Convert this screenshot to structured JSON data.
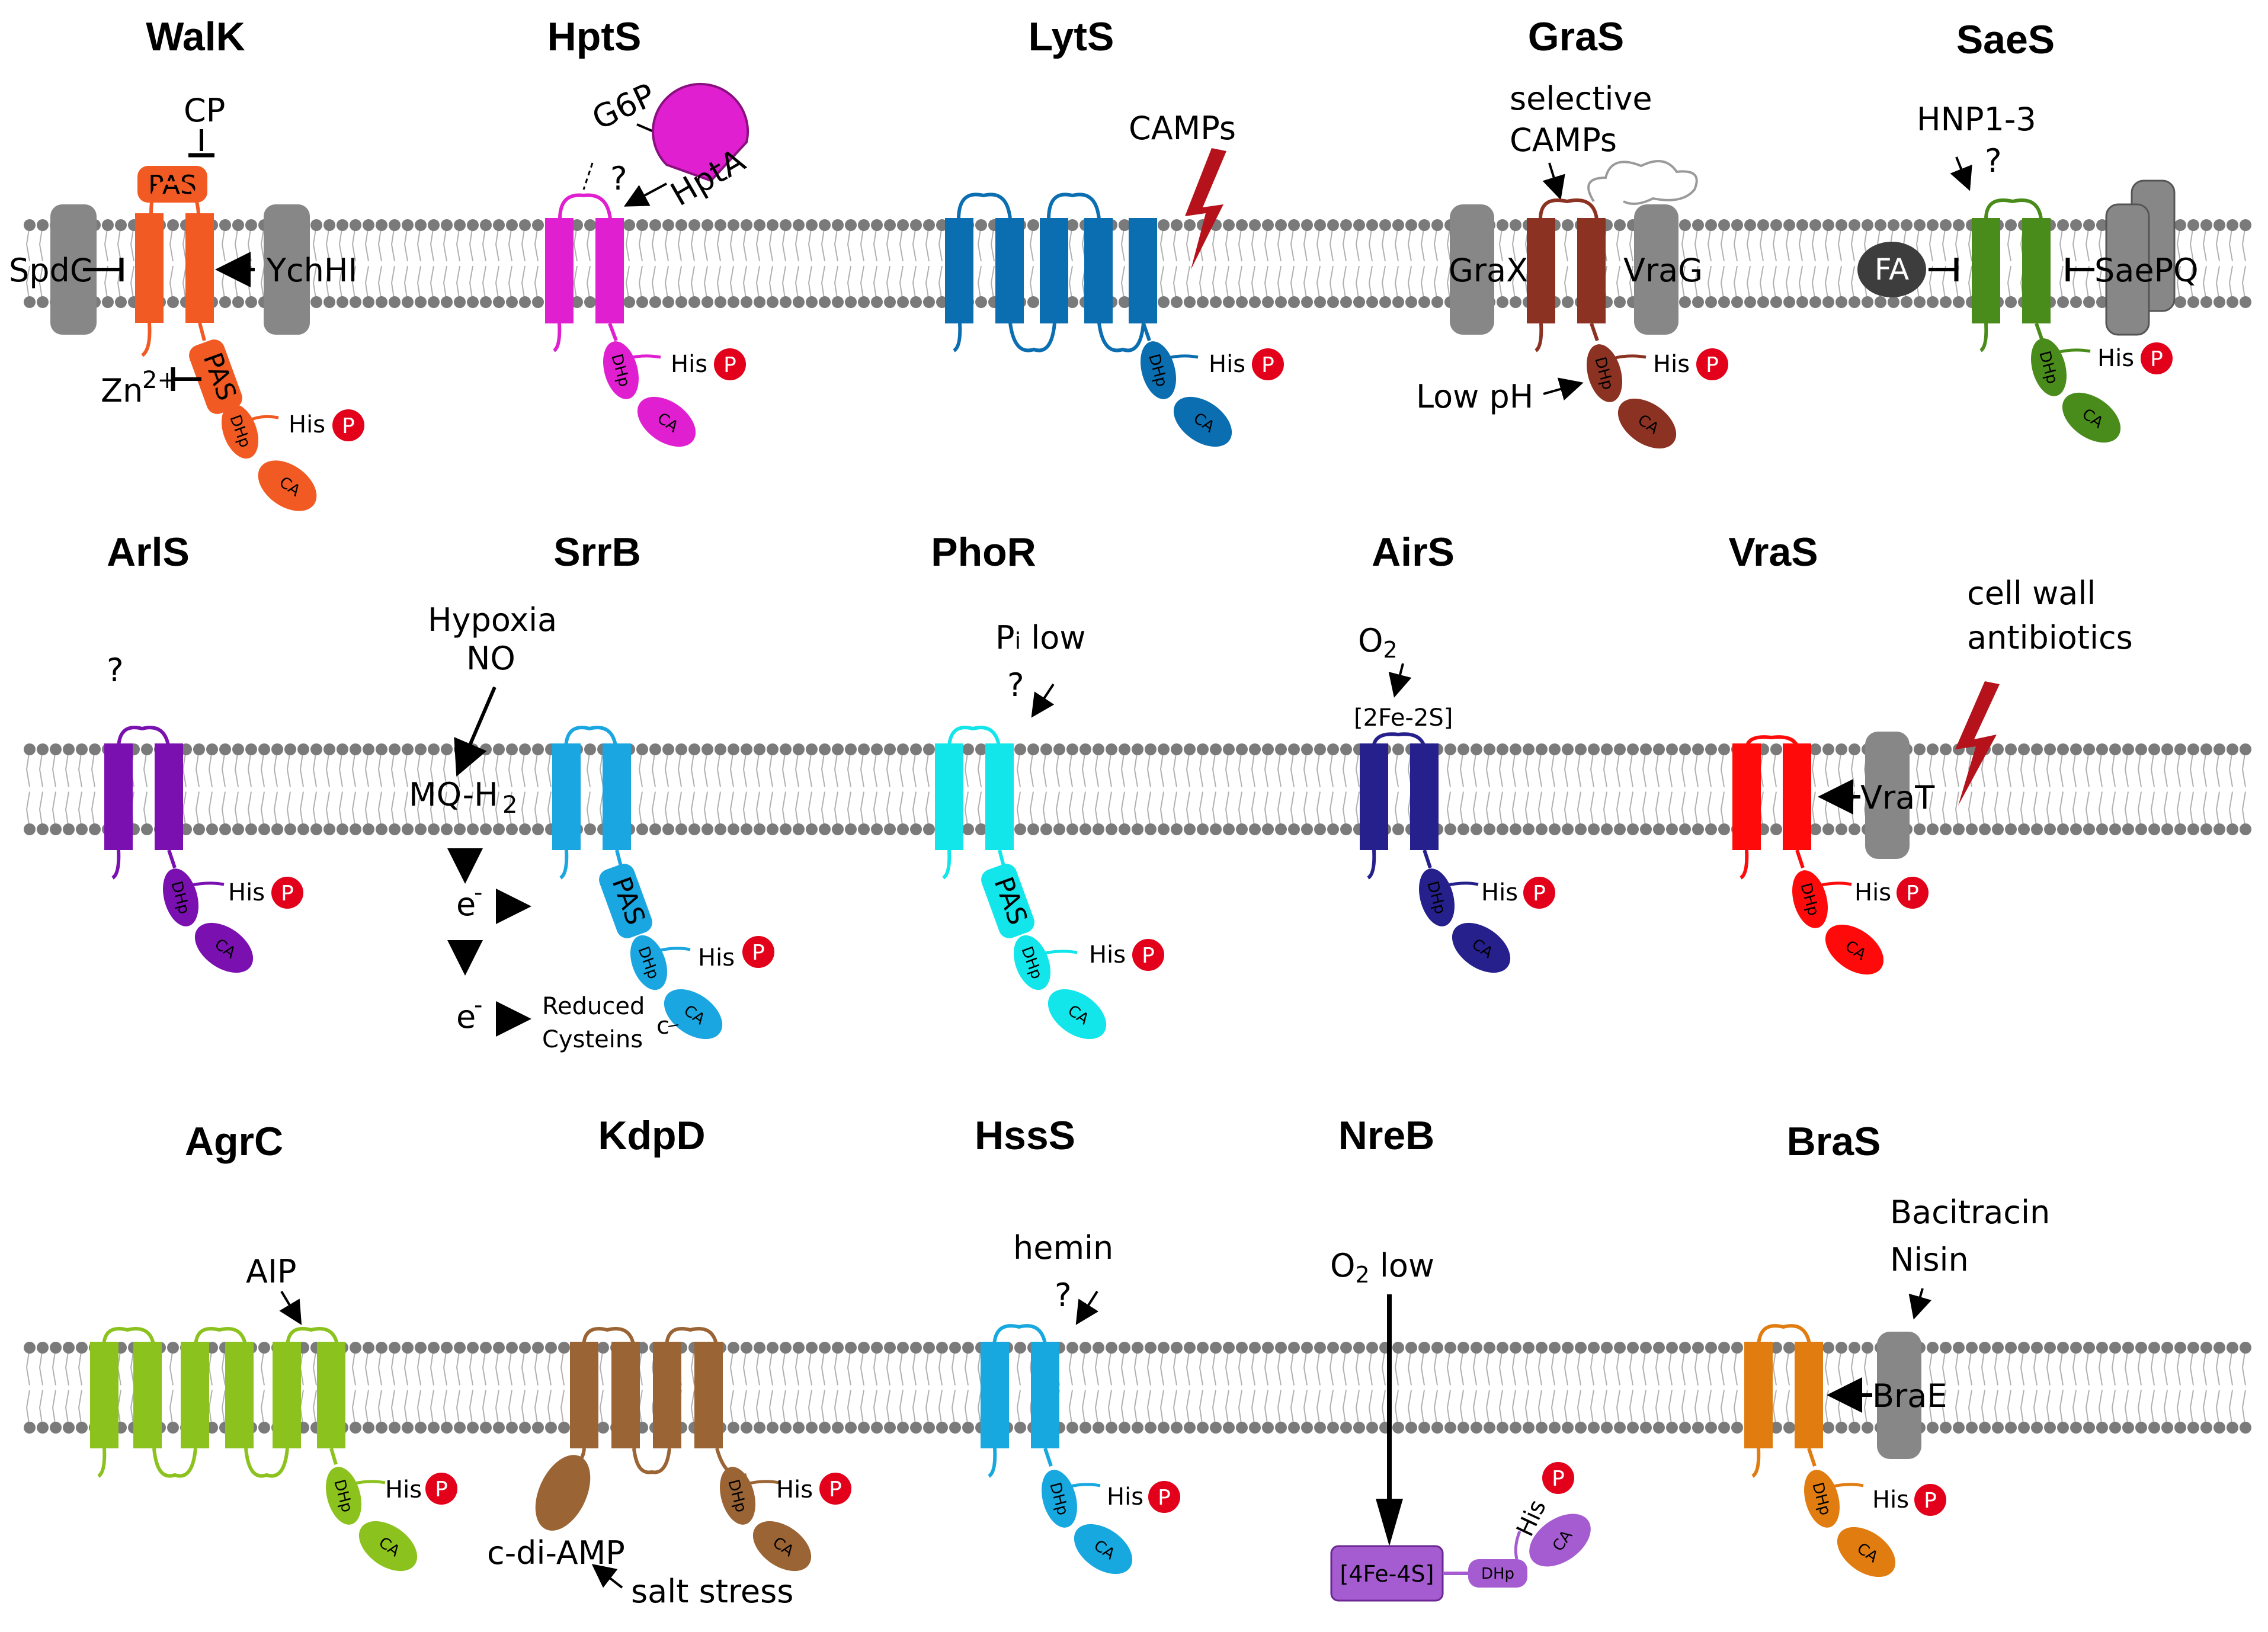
{
  "colors": {
    "membrane": "#7a7a7a",
    "gray_protein": "#878787",
    "phospho": "#e2001a",
    "fa": "#3d3d3d",
    "lightning": "#b5121b",
    "walk": "#f15a22",
    "hpts": "#e020d0",
    "lyts": "#0a6eb0",
    "gras": "#8b3222",
    "saes": "#4a8c1c",
    "arls": "#7a10b0",
    "srrb": "#1aa6e0",
    "phor": "#12e6ea",
    "airs": "#26208c",
    "vras": "#ff0a0a",
    "agrc": "#8cc21e",
    "kdpd": "#9a6434",
    "hsss": "#18a8e0",
    "nreb": "#a55cd0",
    "bras": "#e07c10"
  },
  "icons": [
    "lightning-icon",
    "phospho-icon",
    "arrow-icon",
    "inhibition-bar-icon"
  ],
  "common": {
    "his": "His",
    "p": "P",
    "dhp": "DHp",
    "ca": "CA",
    "pas": "PAS",
    "question": "?"
  },
  "panels": {
    "walk": {
      "name": "WalK",
      "cp": "CP",
      "spdc": "SpdC",
      "ychi": "YchHI",
      "zn": "Zn",
      "zn_sup": "2+"
    },
    "hpts": {
      "name": "HptS",
      "g6p": "G6P",
      "hpta": "HptA"
    },
    "lyts": {
      "name": "LytS",
      "camps": "CAMPs"
    },
    "gras": {
      "name": "GraS",
      "signal_1": "selective",
      "signal_2": "CAMPs",
      "grax": "GraX",
      "vrag": "VraG",
      "lowph": "Low pH"
    },
    "saes": {
      "name": "SaeS",
      "hnp": "HNP1-3",
      "fa": "FA",
      "saepq": "SaePQ"
    },
    "arls": {
      "name": "ArlS"
    },
    "srrb": {
      "name": "SrrB",
      "hypoxia": "Hypoxia",
      "no": "NO",
      "mq": "MQ-H",
      "mq_sub": "2",
      "e": "e",
      "e_sup": "-",
      "reduced_1": "Reduced",
      "reduced_2": "Cysteins",
      "c": "c"
    },
    "phor": {
      "name": "PhoR",
      "pi_p": "P",
      "pi_i": "i",
      "pi_low": " low"
    },
    "airs": {
      "name": "AirS",
      "o2_o": "O",
      "o2_sub": "2",
      "fe": "[2Fe-2S]"
    },
    "vras": {
      "name": "VraS",
      "signal_1": "cell wall",
      "signal_2": "antibiotics",
      "vrat": "VraT"
    },
    "agrc": {
      "name": "AgrC",
      "aip": "AIP"
    },
    "kdpd": {
      "name": "KdpD",
      "cdiamp": "c-di-AMP",
      "salt": "salt stress"
    },
    "hsss": {
      "name": "HssS",
      "hemin": "hemin"
    },
    "nreb": {
      "name": "NreB",
      "o2_o": "O",
      "o2_sub": "2",
      "o2_low": " low",
      "fe": "[4Fe-4S]"
    },
    "bras": {
      "name": "BraS",
      "signal_1": "Bacitracin",
      "signal_2": "Nisin",
      "brae": "BraE"
    }
  }
}
